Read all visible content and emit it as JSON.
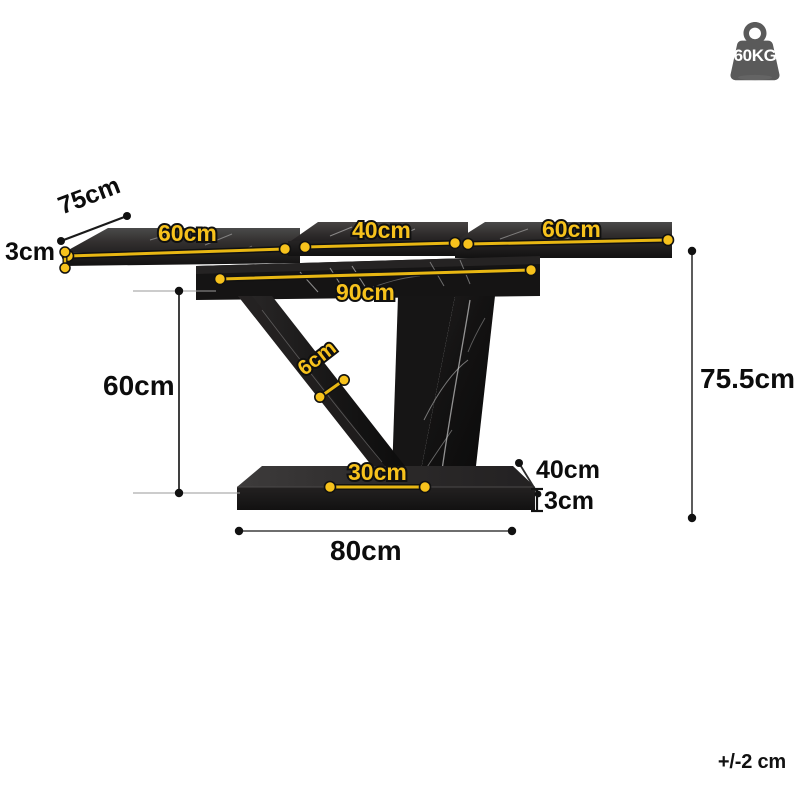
{
  "product": {
    "type": "extendable-dining-table",
    "view": "front-elevation-with-dimensions"
  },
  "weight_badge": {
    "icon": "weight-kettlebell-icon",
    "label": "60KG",
    "color": "#5a5a5a",
    "text_color": "#ffffff"
  },
  "tolerance": {
    "label": "+/-2 cm"
  },
  "colors": {
    "gold": "#F7C21C",
    "gold_line": "#E8B713",
    "black_text": "#0c0c0c",
    "dim_line": "#4a4a4a",
    "table_dark": "#1b1b1b",
    "table_top_face": "#3a3a3a",
    "base_slab": "#2b2b2b",
    "badge_gray": "#5a5a5a"
  },
  "dimensions": {
    "top_leaf_left": {
      "label": "60cm",
      "style": "gold",
      "axis": "horizontal"
    },
    "top_center": {
      "label": "40cm",
      "style": "gold",
      "axis": "horizontal"
    },
    "top_leaf_right": {
      "label": "60cm",
      "style": "gold",
      "axis": "horizontal"
    },
    "top_depth": {
      "label": "75cm",
      "style": "black",
      "axis": "diagonal"
    },
    "top_thickness": {
      "label": "3cm",
      "style": "black",
      "axis": "vertical"
    },
    "table_core_width": {
      "label": "90cm",
      "style": "gold",
      "axis": "horizontal"
    },
    "leg_clearance_height": {
      "label": "60cm",
      "style": "black",
      "axis": "vertical"
    },
    "leg_strut_width": {
      "label": "6cm",
      "style": "gold",
      "axis": "diagonal"
    },
    "base_column_width": {
      "label": "30cm",
      "style": "gold",
      "axis": "horizontal"
    },
    "total_height": {
      "label": "75.5cm",
      "style": "black",
      "axis": "vertical"
    },
    "base_depth": {
      "label": "40cm",
      "style": "black",
      "axis": "diagonal"
    },
    "base_thickness": {
      "label": "3cm",
      "style": "black",
      "axis": "vertical"
    },
    "base_width": {
      "label": "80cm",
      "style": "black",
      "axis": "horizontal"
    }
  }
}
